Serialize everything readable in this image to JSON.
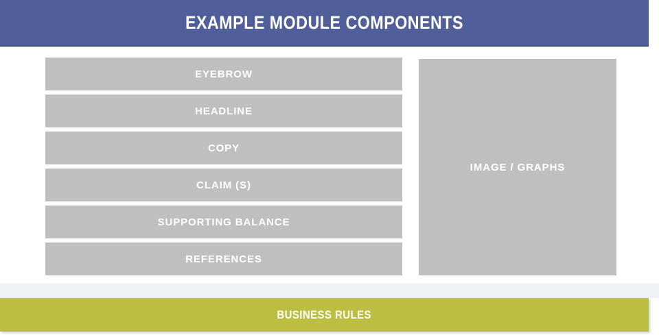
{
  "header": {
    "title": "EXAMPLE MODULE COMPONENTS",
    "background_color": "#505E99",
    "text_color": "#FFFFFF"
  },
  "main": {
    "components": [
      {
        "label": "EYEBROW"
      },
      {
        "label": "HEADLINE"
      },
      {
        "label": "COPY"
      },
      {
        "label": "CLAIM (S)"
      },
      {
        "label": "SUPPORTING BALANCE"
      },
      {
        "label": "REFERENCES"
      }
    ],
    "media": {
      "label": "IMAGE / GRAPHS"
    },
    "box_color": "#BFBFBF",
    "box_text_color": "#FFFFFF",
    "background_color": "#FFFFFF"
  },
  "divider": {
    "color": "#EFF2F2"
  },
  "footer": {
    "title": "BUSINESS RULES",
    "background_color": "#BCBE42",
    "text_color": "#FFFFFF"
  }
}
